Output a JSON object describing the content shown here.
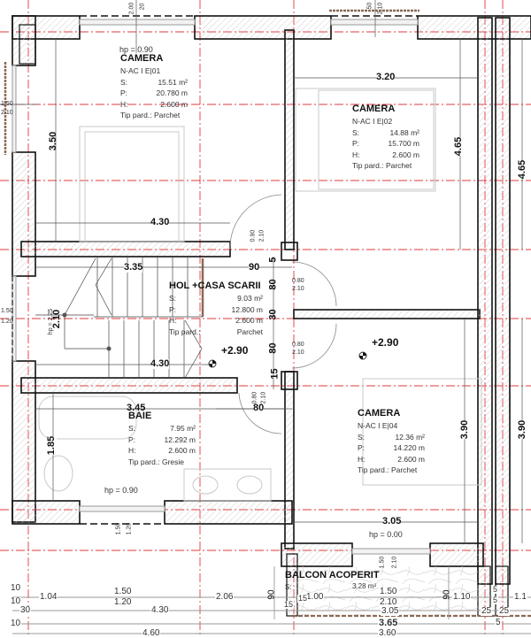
{
  "drawing": {
    "type": "floor-plan",
    "level_elevation": "+2.90",
    "colors": {
      "wall_outline": "#111111",
      "wall_hatch": "#bbbbbb",
      "axis_line": "#e0393e",
      "dimension_line": "#888888",
      "sill_brown": "#8a6a55",
      "furniture": "#c8c8c8"
    }
  },
  "rooms": [
    {
      "name": "CAMERA",
      "code": "N-AC I E|01",
      "area_label": "S:",
      "area": "15.51 m²",
      "perimeter_label": "P:",
      "perimeter": "20.780 m",
      "height_label": "H:",
      "height": "2.600 m",
      "floor": "Tip pard.: Parchet",
      "window_hp": "hp = 0.90"
    },
    {
      "name": "CAMERA",
      "code": "N-AC I E|02",
      "area_label": "S:",
      "area": "14.88 m²",
      "perimeter_label": "P:",
      "perimeter": "15.700 m",
      "height_label": "H:",
      "height": "2.600 m",
      "floor": "Tip pard.: Parchet"
    },
    {
      "name": "HOL +CASA SCARII",
      "area_label": "S:",
      "area": "9.03 m²",
      "perimeter_label": "P:",
      "perimeter": "12.800 m",
      "height_label": "H:",
      "height": "2.600 m",
      "floor_label": "Tip pard.:",
      "floor_value": "Parchet",
      "stair_hp": "hp = 2.25",
      "stair_dim": "2.10"
    },
    {
      "name": "CAMERA",
      "code": "N-AC I E|04",
      "area_label": "S:",
      "area": "12.36 m²",
      "perimeter_label": "P:",
      "perimeter": "14.220 m",
      "height_label": "H:",
      "height": "2.600 m",
      "floor": "Tip pard.: Parchet"
    },
    {
      "name": "BAIE",
      "area_label": "S:",
      "area": "7.95 m²",
      "perimeter_label": "P:",
      "perimeter": "12.292 m",
      "height_label": "H:",
      "height": "2.600 m",
      "floor": "Tip pard.: Gresie",
      "window_hp": "hp = 0.90"
    },
    {
      "name": "BALCON ACOPERIT",
      "area_label": "S:",
      "area": "3.28 m²",
      "window_hp": "hp = 0.00"
    }
  ],
  "elevations": [
    "+2.90",
    "+2.90"
  ],
  "dimensions": {
    "camera01_height": "3.50",
    "camera01_width": "4.30",
    "camera02_width": "3.20",
    "camera02_height": "4.65",
    "right_edge_height_top": "4.65",
    "hol_width": "3.35",
    "hol_lower_width": "4.30",
    "camera04_height": "3.90",
    "right_edge_height_bottom": "3.90",
    "camera04_width": "3.05",
    "baie_width": "3.45",
    "baie_height": "1.85",
    "door_90": "90",
    "door_80": "80",
    "dim_5": "5",
    "dim_80a": "80",
    "dim_30": "30",
    "dim_80b": "80",
    "dim_15": "15"
  },
  "openings": {
    "top_window_1": {
      "w": "2.00",
      "h": "20"
    },
    "top_window_2": {
      "w": "50",
      "h": "2.10"
    },
    "left_window_top": {
      "w": "1.50",
      "h": "2.10"
    },
    "left_window_mid": {
      "w": "1.50",
      "h": "1.20"
    },
    "door_hol_top": {
      "w": "0.90",
      "h": "2.10"
    },
    "door_cam02": {
      "w": "0.80",
      "h": "2.10"
    },
    "door_cam04": {
      "w": "0.80",
      "h": "2.10"
    },
    "door_baie": {
      "w": "0.80",
      "h": "2.10"
    },
    "baie_window": {
      "w": "1.50",
      "h": "1.20"
    },
    "balcony_door": {
      "w": "1.50",
      "h": "2.10"
    }
  },
  "bottom_dimensions": {
    "row1": [
      "10",
      "1.04",
      "1.50",
      "1.20",
      "2.06",
      "1.00",
      "1.50",
      "2.10",
      "1.10",
      "1.1"
    ],
    "row1_marks": [
      "15",
      "15",
      "5",
      "5"
    ],
    "row2": [
      "10",
      "30",
      "4.30",
      "3.05",
      "25",
      "25"
    ],
    "row3": [
      "10",
      "4.60",
      "3.65",
      "5"
    ],
    "row4": [
      "3.60",
      "5"
    ],
    "vertical": [
      "90",
      "90"
    ]
  }
}
